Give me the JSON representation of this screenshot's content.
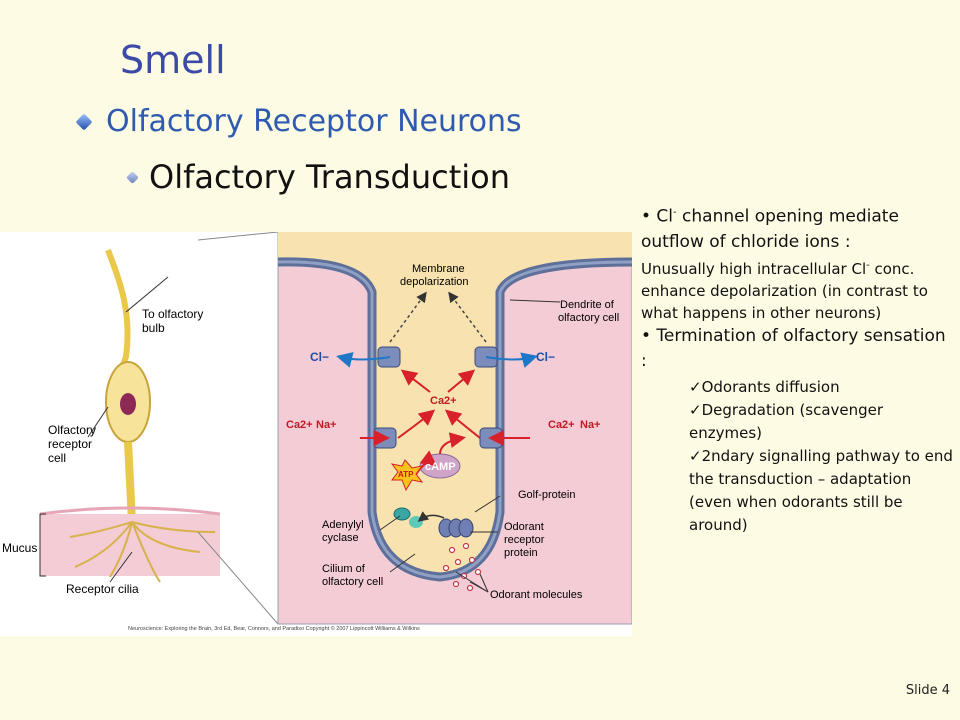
{
  "slide": {
    "title": "Smell",
    "bullet1": "Olfactory Receptor Neurons",
    "bullet2": "Olfactory Transduction",
    "slide_number": "Slide 4"
  },
  "figure": {
    "labels": {
      "to_bulb_1": "To olfactory",
      "to_bulb_2": "bulb",
      "receptor_cell_1": "Olfactory",
      "receptor_cell_2": "receptor",
      "receptor_cell_3": "cell",
      "mucus": "Mucus",
      "receptor_cilia": "Receptor cilia",
      "membrane_dep_1": "Membrane",
      "membrane_dep_2": "depolarization",
      "dendrite_1": "Dendrite of",
      "dendrite_2": "olfactory cell",
      "cl_left": "Cl−",
      "cl_right": "Cl−",
      "ca_center": "Ca2+",
      "ca_left": "Ca2+",
      "na_left": "Na+",
      "ca_right": "Ca2+",
      "na_right": "Na+",
      "camp": "cAMP",
      "atp": "ATP",
      "golf": "Golf-protein",
      "adenylyl_1": "Adenylyl",
      "adenylyl_2": "cyclase",
      "odorant_rec_1": "Odorant",
      "odorant_rec_2": "receptor",
      "odorant_rec_3": "protein",
      "cilium_1": "Cilium of",
      "cilium_2": "olfactory cell",
      "odorant_mol": "Odorant molecules",
      "credit": "Neuroscience: Exploring the Brain, 3rd Ed, Bear, Connors, and Paradiso Copyright © 2007 Lippincott Williams & Wilkins"
    },
    "colors": {
      "pink_bg": "#f3ccd6",
      "cytoplasm": "#f7e2b0",
      "membrane": "#5e6f9a",
      "arrow_red": "#d8212a",
      "arrow_blue": "#1f77c8"
    }
  },
  "notes": {
    "p1_pre": "• Cl",
    "p1_sup": "-",
    "p1_post": " channel opening mediate outflow of chloride ions :",
    "p2_pre": "Unusually high intracellular Cl",
    "p2_sup": "-",
    "p2_post": " conc. enhance depolarization (in contrast to what happens in other neurons)",
    "p3": "• Termination of olfactory sensation :",
    "checks": [
      "✓Odorants diffusion",
      "✓Degradation (scavenger enzymes)",
      "✓2ndary signalling pathway to end the transduction – adaptation (even when odorants still be around)"
    ]
  }
}
